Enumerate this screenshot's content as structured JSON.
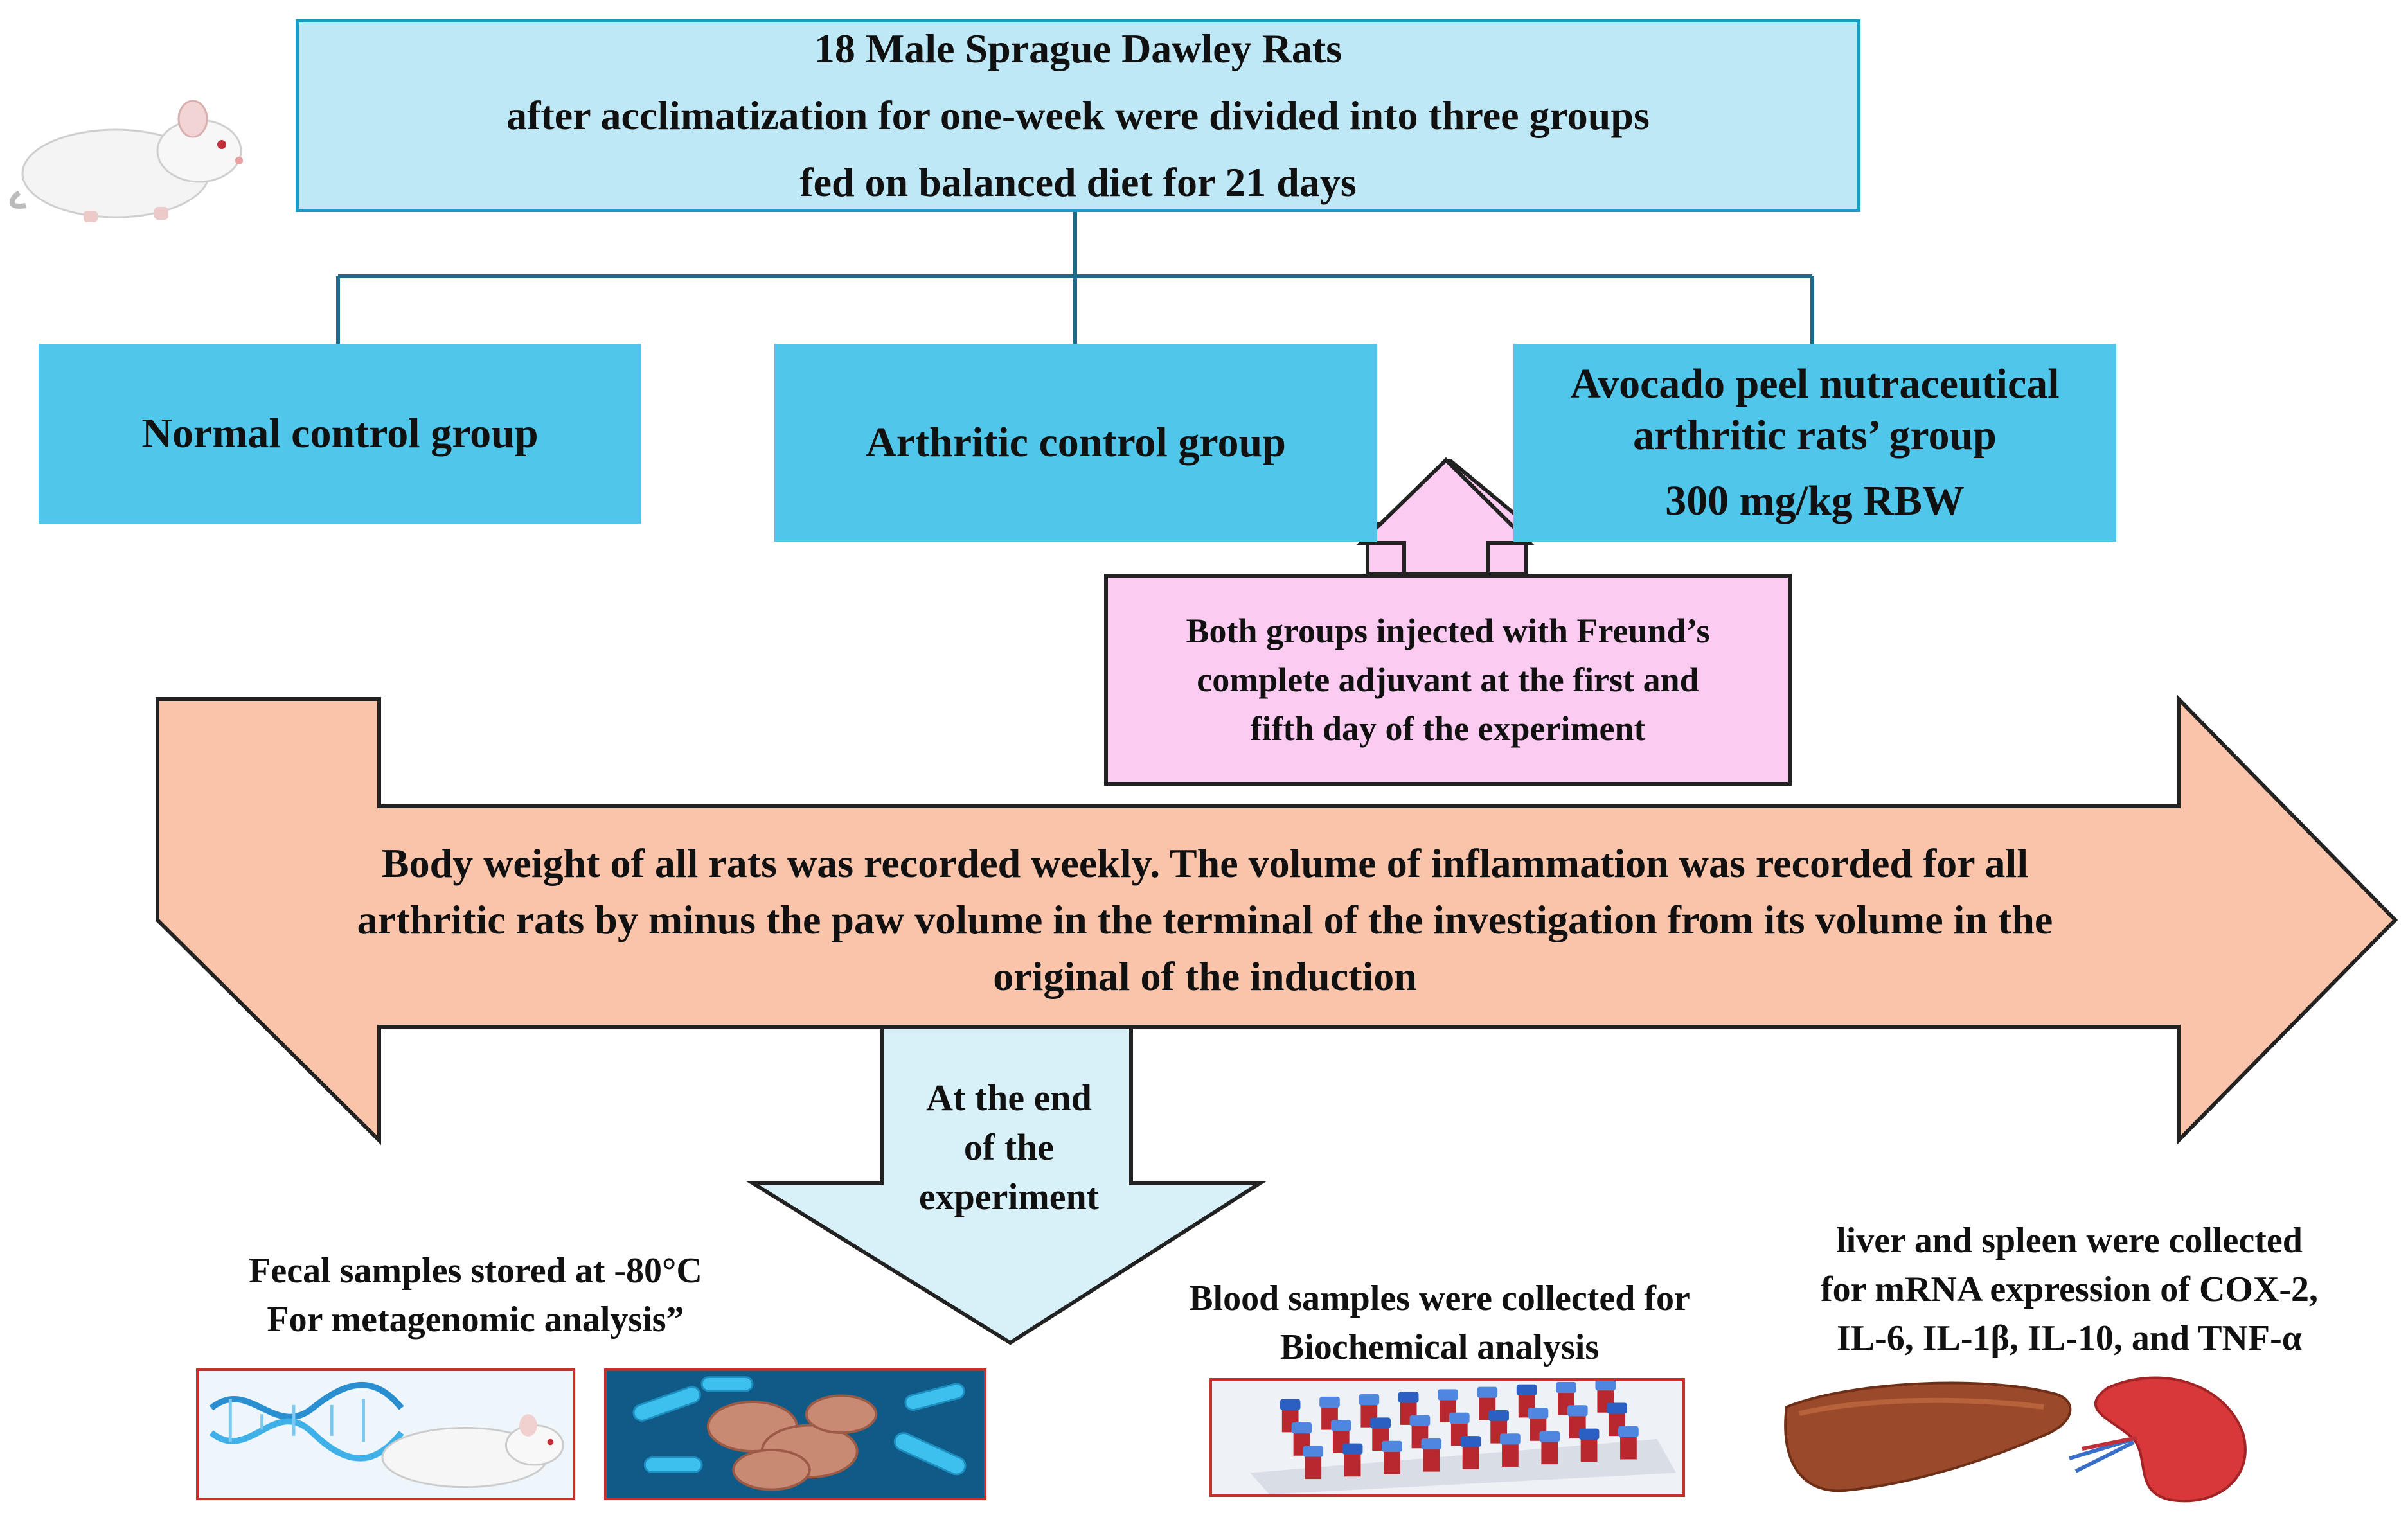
{
  "header_box": {
    "line1": "18 Male Sprague Dawley Rats",
    "line2": "after acclimatization for one-week were divided into three groups",
    "line3": "fed on balanced diet for 21 days"
  },
  "groups": [
    {
      "lines": [
        "Normal control group"
      ]
    },
    {
      "lines": [
        "Arthritic control group"
      ]
    },
    {
      "lines": [
        "Avocado peel nutraceutical",
        "arthritic rats’  group",
        "300 mg/kg  RBW"
      ]
    }
  ],
  "injection_note": {
    "line1": "Both groups injected with Freund’s",
    "line2": "complete adjuvant at the first and",
    "line3": "fifth day of the experiment"
  },
  "measurement_note": {
    "line1": "Body weight of all rats was recorded weekly. The volume of inflammation was recorded for all",
    "line2": "arthritic rats by minus the paw volume in the terminal of the investigation from its volume in the",
    "line3": "original of the induction"
  },
  "end_note": {
    "line1": "At the end",
    "line2": "of the",
    "line3": "experiment"
  },
  "samples": {
    "fecal": {
      "line1": "Fecal samples stored at -80°C",
      "line2": "For metagenomic analysis”"
    },
    "blood": {
      "line1": "Blood samples were collected for",
      "line2": "Biochemical analysis"
    },
    "organs": {
      "line1": "liver and spleen were collected",
      "line2": "for  mRNA expression of COX-2,",
      "line3": "IL-6, IL-1β, IL-10, and TNF-α"
    }
  },
  "icons": [
    "rat-icon",
    "dna-rat-icon",
    "gut-microbiota-icon",
    "blood-tubes-icon",
    "liver-spleen-icon"
  ],
  "colors": {
    "header_fill": "#bfe8f6",
    "header_border": "#1a9cc4",
    "group_fill": "#4fc6ea",
    "injection_fill": "#fccbf1",
    "double_arrow_fill": "#f9c4aa",
    "down_arrow_fill": "#d8f1f8"
  }
}
